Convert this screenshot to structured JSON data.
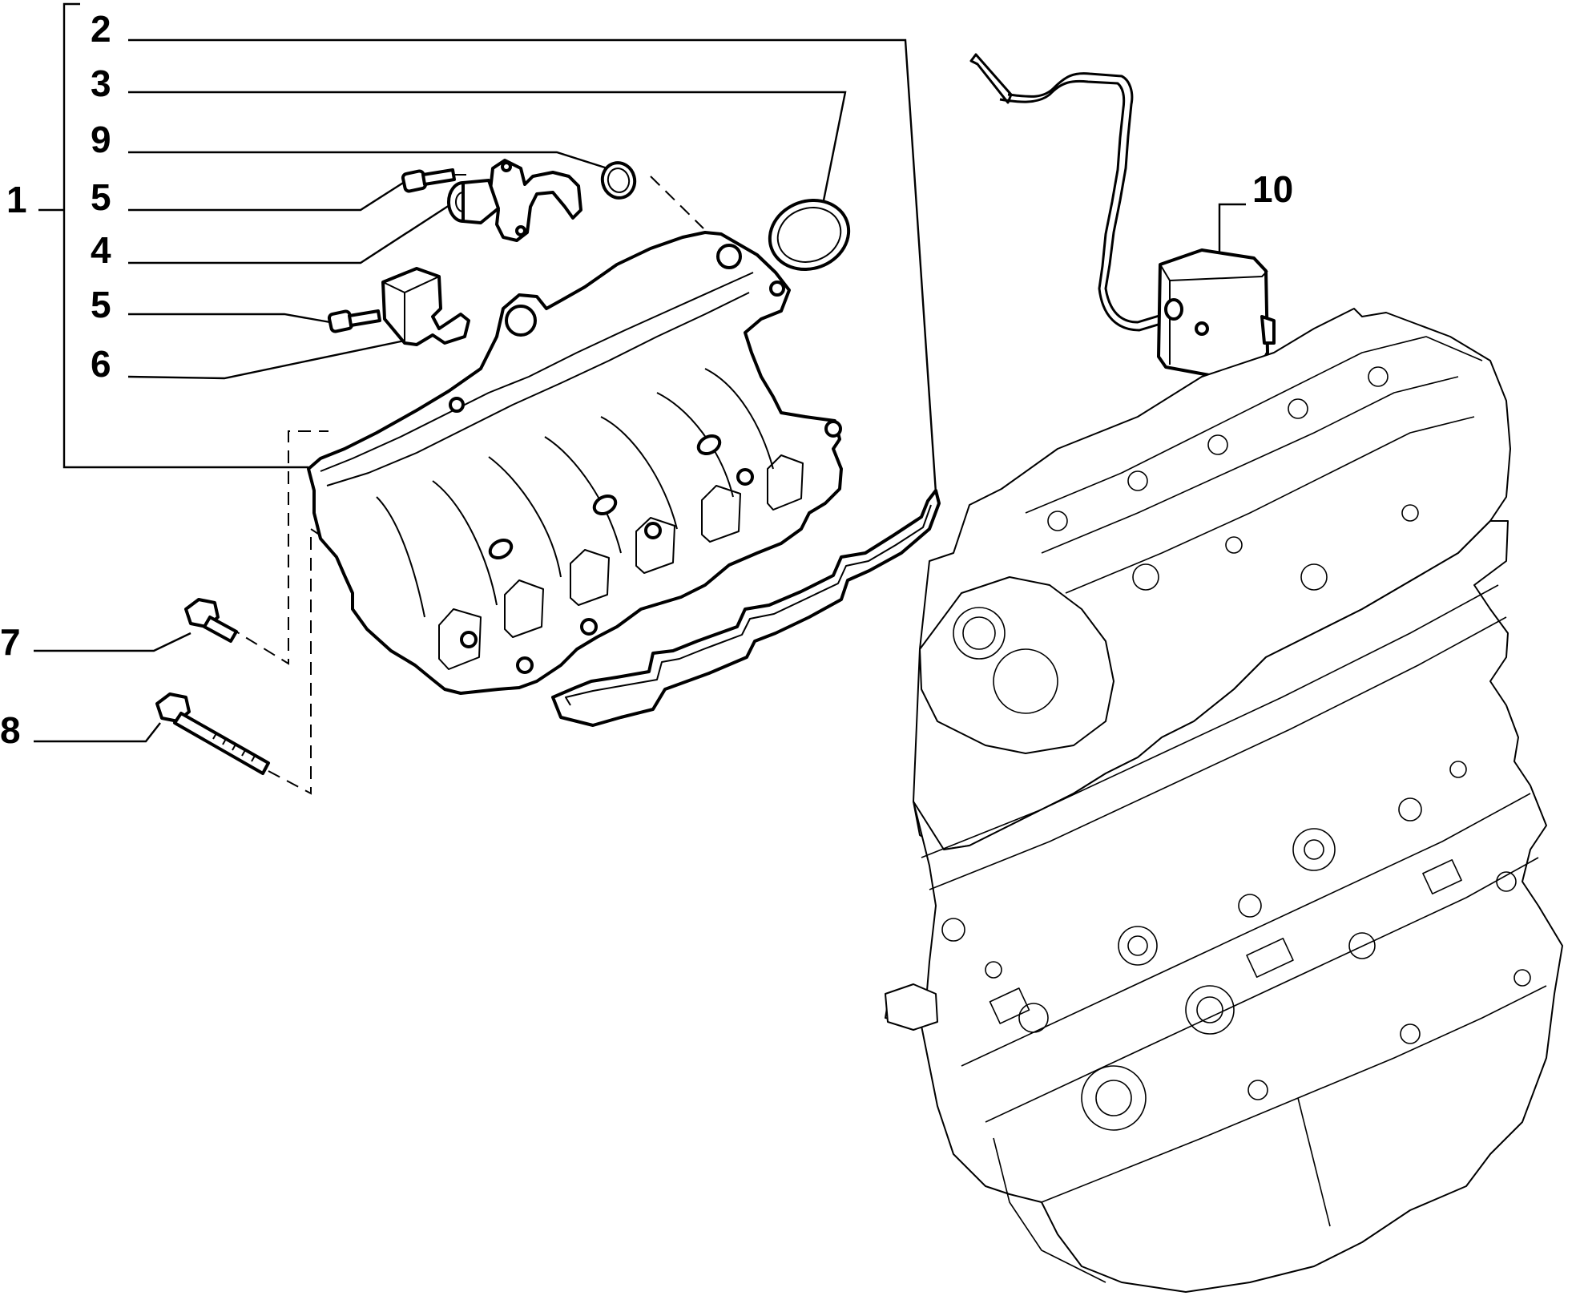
{
  "callouts": {
    "c1": "1",
    "c2": "2",
    "c3": "3",
    "c9": "9",
    "c5a": "5",
    "c4": "4",
    "c5b": "5",
    "c6": "6",
    "c7": "7",
    "c8": "8",
    "c10": "10"
  }
}
